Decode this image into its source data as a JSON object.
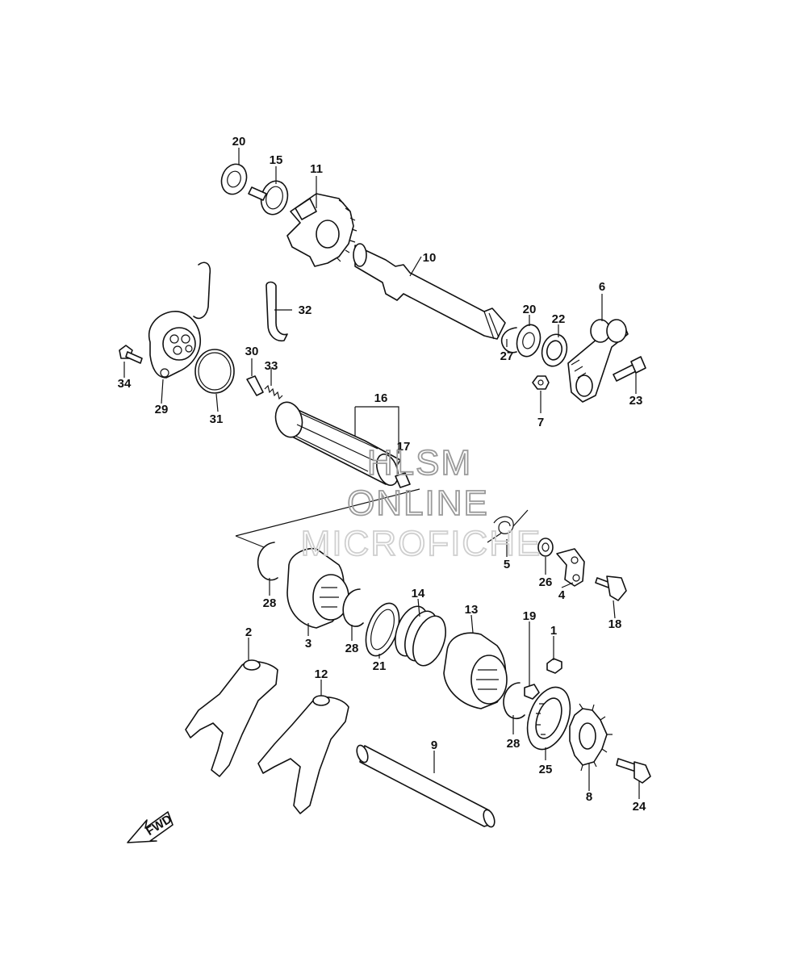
{
  "watermark": {
    "line1": "HLSM",
    "line2": "ONLINE",
    "line3": "MICROFICHE"
  },
  "direction_indicator": {
    "label": "FWD"
  },
  "callouts": {
    "c1": "1",
    "c2": "2",
    "c3": "3",
    "c4": "4",
    "c5": "5",
    "c6": "6",
    "c7": "7",
    "c8": "8",
    "c9": "9",
    "c10": "10",
    "c11": "11",
    "c12": "12",
    "c13": "13",
    "c14": "14",
    "c15": "15",
    "c16": "16",
    "c17": "17",
    "c18": "18",
    "c19": "19",
    "c20a": "20",
    "c20b": "20",
    "c21": "21",
    "c22": "22",
    "c23": "23",
    "c24": "24",
    "c25": "25",
    "c26": "26",
    "c27": "27",
    "c28a": "28",
    "c28b": "28",
    "c28c": "28",
    "c29": "29",
    "c30": "30",
    "c31": "31",
    "c32": "32",
    "c33": "33",
    "c34": "34"
  }
}
